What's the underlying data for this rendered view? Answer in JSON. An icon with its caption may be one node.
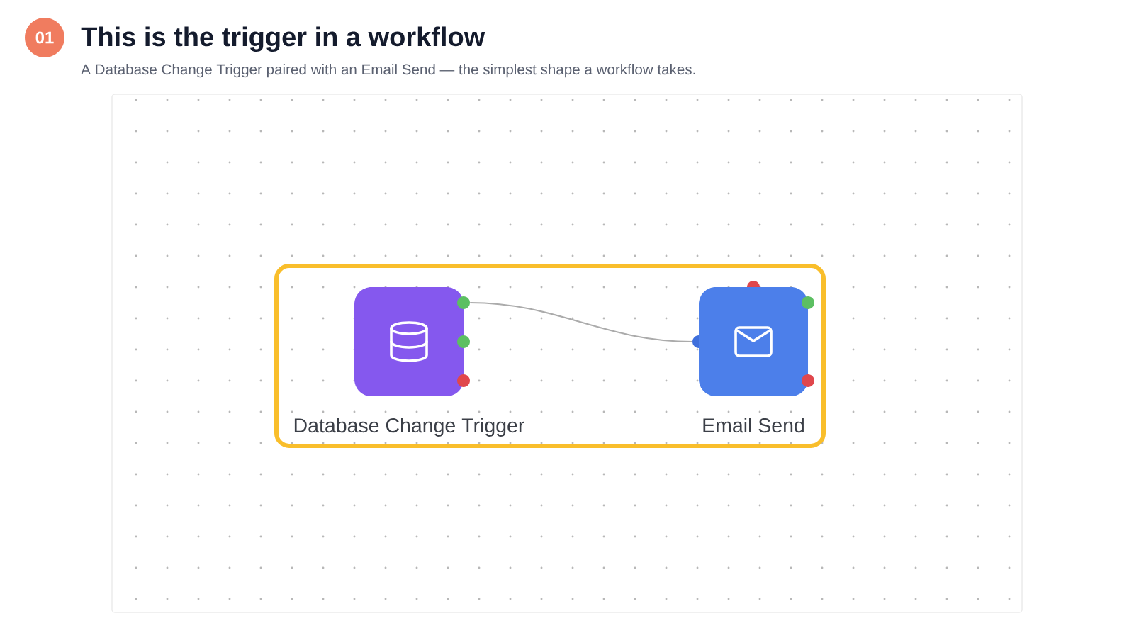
{
  "diagram": {
    "title": "This is the trigger in a workflow",
    "nodes": [
      {
        "text": [
          "01"
        ]
      },
      {
        "text": [],
        "shape": "box"
      },
      {
        "text": [
          "Database Change Trigger"
        ],
        "in": 1
      },
      {
        "text": [
          "Email Send"
        ],
        "in": 1
      }
    ],
    "edges": [
      {
        "from": 2,
        "to": 3,
        "arrow": "none"
      }
    ],
    "labels": [
      "A Database Change Trigger paired with an Email Send — the simplest shape a workflow takes."
    ]
  }
}
